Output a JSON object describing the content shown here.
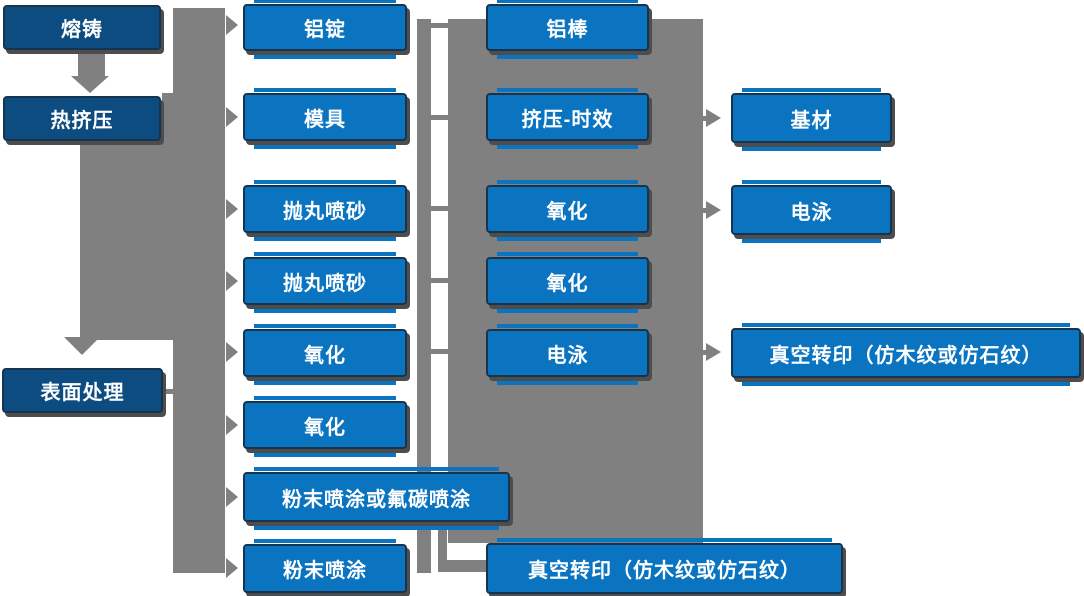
{
  "colors": {
    "dark_blue": "#0d4c80",
    "light_blue": "#0b74c0",
    "gray": "#808080",
    "border": "#16344e",
    "text": "#ffffff"
  },
  "nodes": {
    "melting_casting": {
      "label": "熔铸"
    },
    "hot_extrusion": {
      "label": "热挤压"
    },
    "surface_treatment": {
      "label": "表面处理"
    },
    "aluminum_ingot": {
      "label": "铝锭"
    },
    "mold": {
      "label": "模具"
    },
    "shot_blasting_1": {
      "label": "抛丸喷砂"
    },
    "shot_blasting_2": {
      "label": "抛丸喷砂"
    },
    "oxidation_a": {
      "label": "氧化"
    },
    "oxidation_b": {
      "label": "氧化"
    },
    "powder_or_fluorocarbon": {
      "label": "粉末喷涂或氟碳喷涂"
    },
    "powder_coating": {
      "label": "粉末喷涂"
    },
    "aluminum_rod": {
      "label": "铝棒"
    },
    "extrusion_aging": {
      "label": "挤压-时效"
    },
    "oxidation_c": {
      "label": "氧化"
    },
    "oxidation_d": {
      "label": "氧化"
    },
    "electrophoresis_a": {
      "label": "电泳"
    },
    "vacuum_transfer_a": {
      "label": "真空转印（仿木纹或仿石纹）"
    },
    "base_material": {
      "label": "基材"
    },
    "electrophoresis_b": {
      "label": "电泳"
    },
    "vacuum_transfer_b": {
      "label": "真空转印（仿木纹或仿石纹）"
    }
  },
  "edges": [
    {
      "from": "melting_casting",
      "to": "hot_extrusion"
    },
    {
      "from": "hot_extrusion",
      "to": "surface_treatment"
    },
    {
      "from": "melting_casting",
      "to": "aluminum_ingot"
    },
    {
      "from": "hot_extrusion",
      "to": "mold"
    },
    {
      "from": "hot_extrusion",
      "to": "shot_blasting_1"
    },
    {
      "from": "hot_extrusion",
      "to": "shot_blasting_2"
    },
    {
      "from": "hot_extrusion",
      "to": "oxidation_a"
    },
    {
      "from": "surface_treatment",
      "to": "oxidation_b"
    },
    {
      "from": "surface_treatment",
      "to": "powder_or_fluorocarbon"
    },
    {
      "from": "surface_treatment",
      "to": "powder_coating"
    },
    {
      "from": "aluminum_ingot",
      "to": "aluminum_rod"
    },
    {
      "from": "mold",
      "to": "extrusion_aging"
    },
    {
      "from": "shot_blasting_1",
      "to": "oxidation_c"
    },
    {
      "from": "shot_blasting_2",
      "to": "oxidation_d"
    },
    {
      "from": "oxidation_a",
      "to": "electrophoresis_a"
    },
    {
      "from": "extrusion_aging",
      "to": "base_material"
    },
    {
      "from": "oxidation_c",
      "to": "electrophoresis_b"
    },
    {
      "from": "electrophoresis_a",
      "to": "vacuum_transfer_b"
    },
    {
      "from": "powder_or_fluorocarbon",
      "to": "vacuum_transfer_a"
    }
  ]
}
